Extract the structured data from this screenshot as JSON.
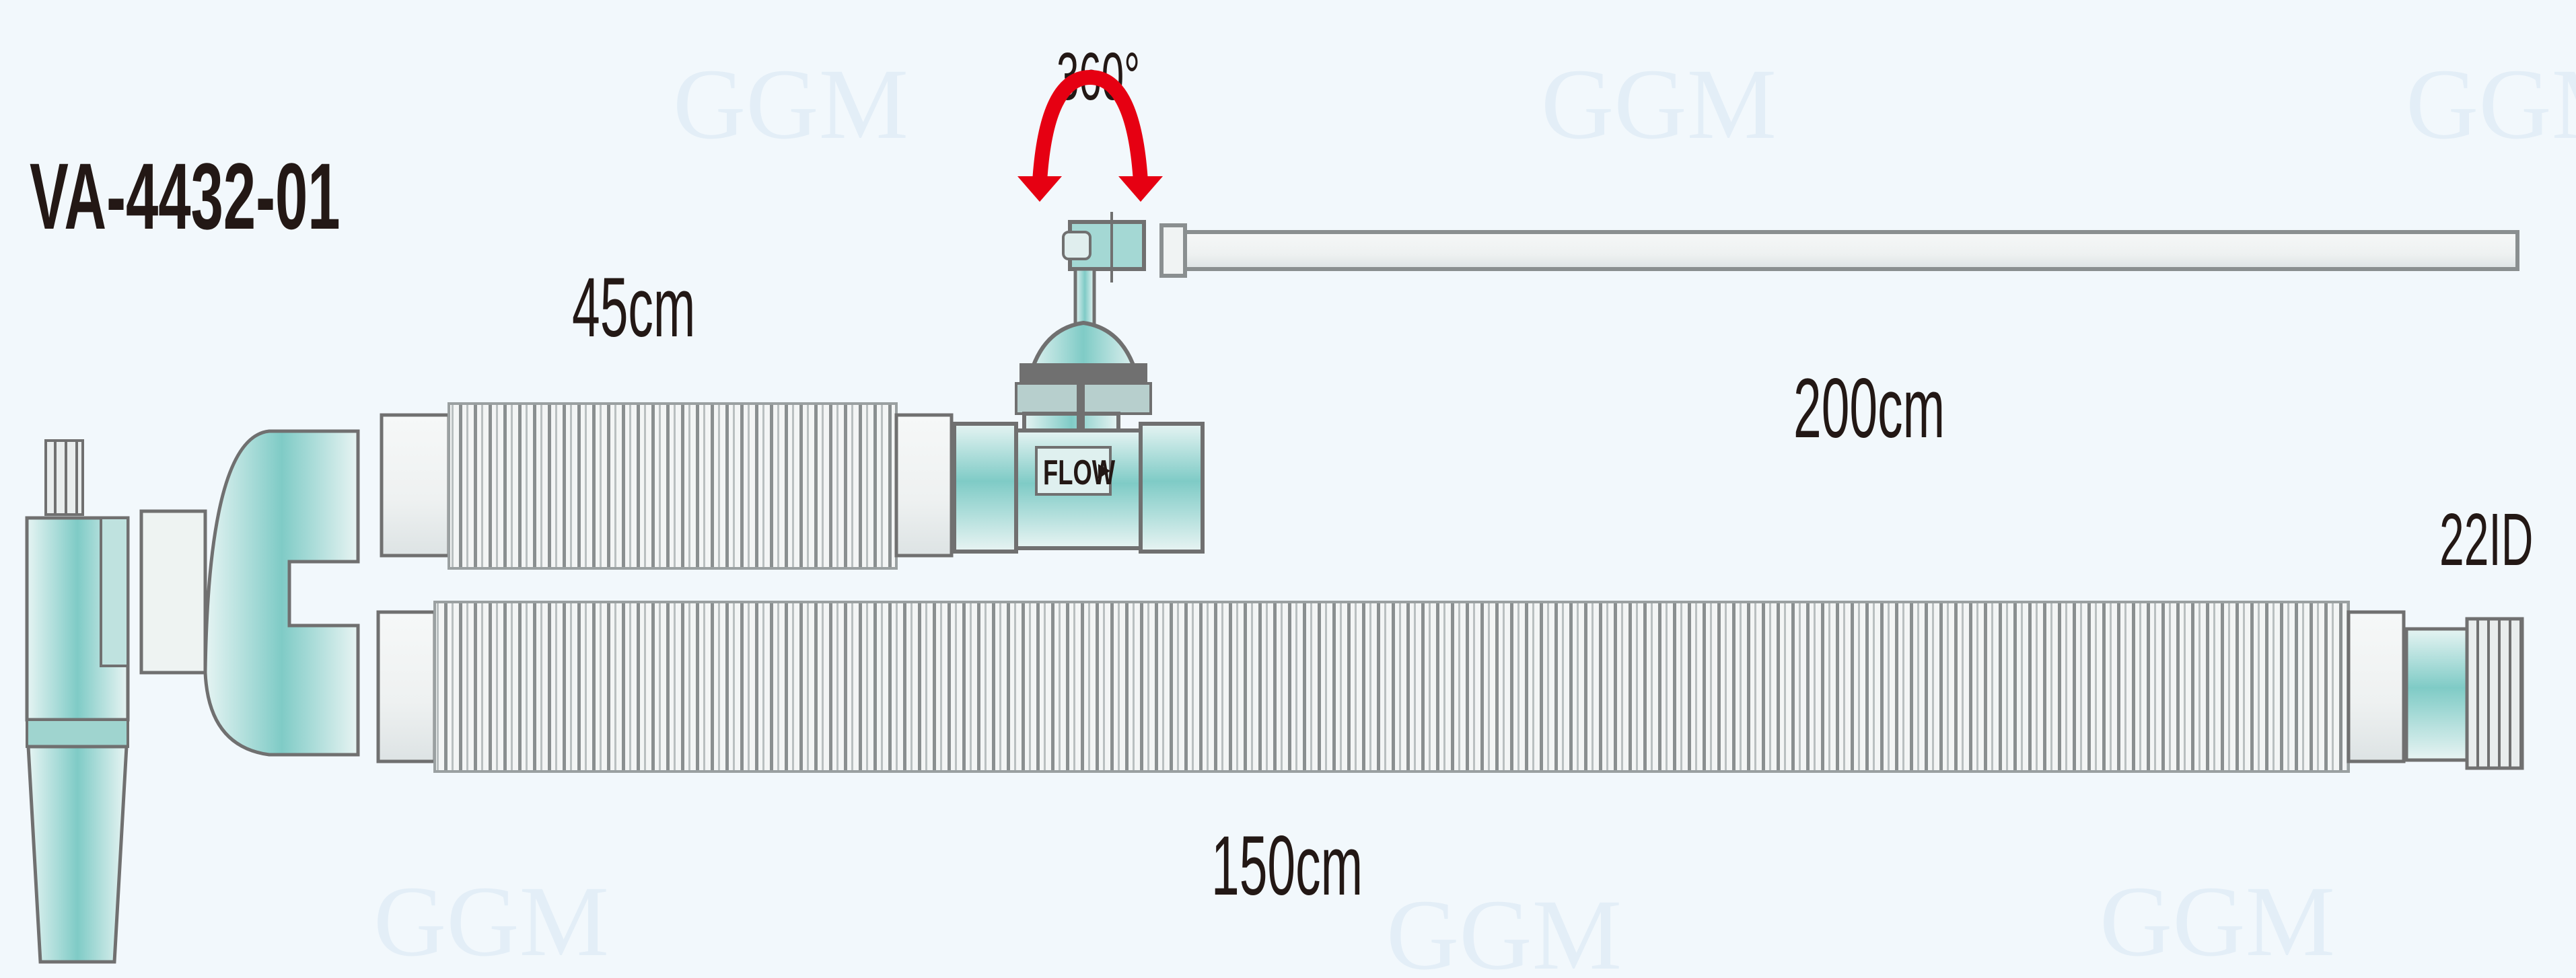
{
  "product_code": "VA-4432-01",
  "labels": {
    "rotation": "360°",
    "short_tube_length": "45cm",
    "sample_line_length": "200cm",
    "main_tube_length": "150cm",
    "connector_size": "22ID",
    "flow_marking": "FLOW"
  },
  "watermark": "GGM",
  "colors": {
    "tube_teal": "#7fcbc6",
    "outline_gray": "#707070",
    "arrow_red": "#e60012",
    "text": "#231815",
    "background": "#f2f8fc"
  }
}
